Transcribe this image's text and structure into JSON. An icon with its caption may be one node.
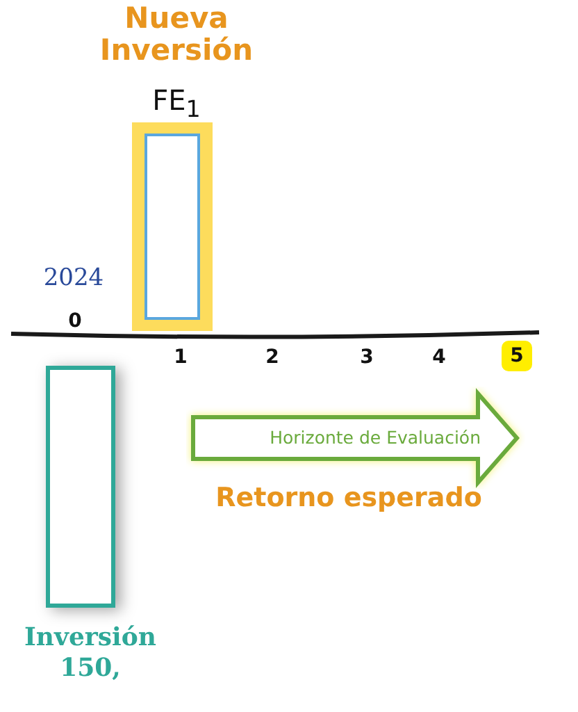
{
  "diagram": {
    "nodes": [
      {
        "text": [
          "Nueva Inversión",
          "FE$_{1}$"
        ]
      },
      {
        "text": [
          "Inversión 150,"
        ]
      },
      {
        "text": [
          "Horizonte de Evaluación"
        ]
      }
    ],
    "labels": [
      "2024",
      "0",
      "1",
      "2",
      "3",
      "4",
      "5",
      "Retorno esperado"
    ]
  }
}
